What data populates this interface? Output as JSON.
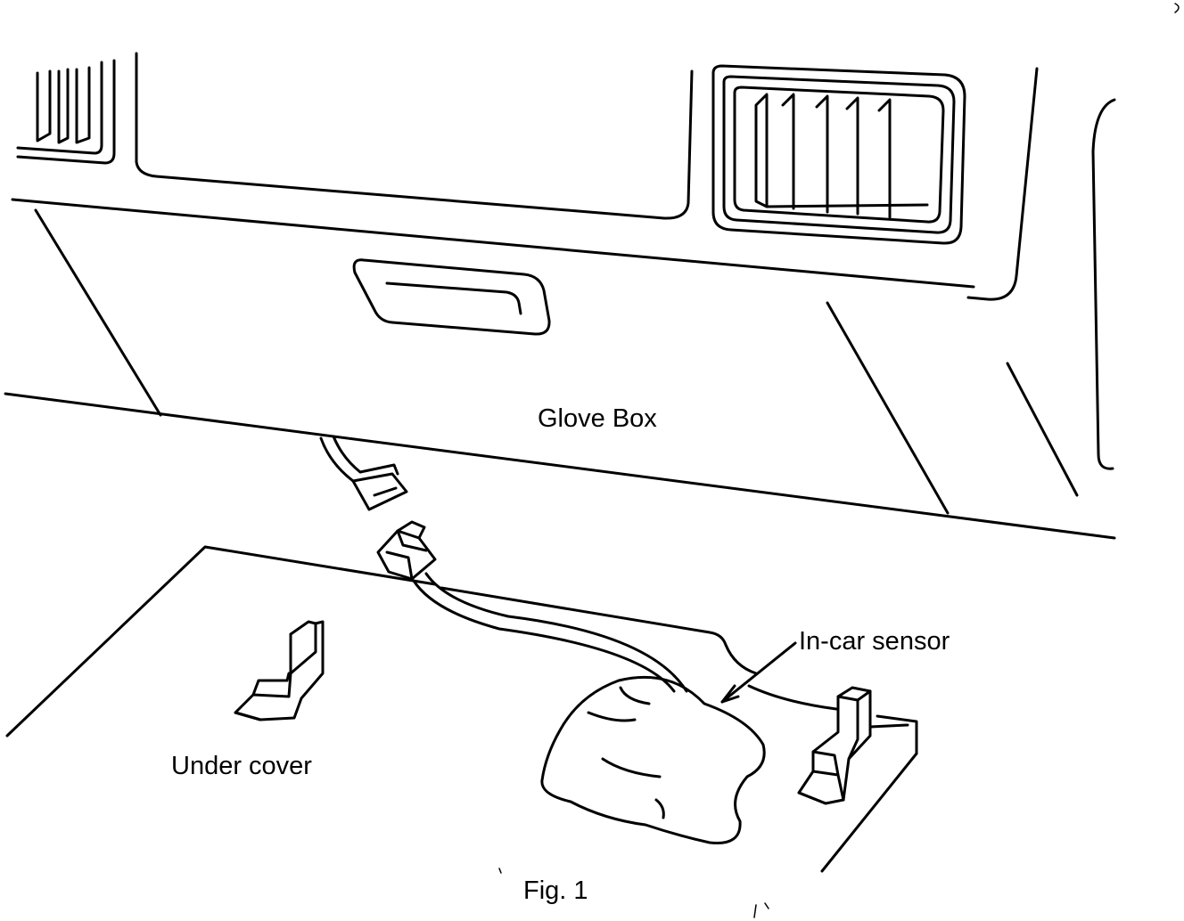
{
  "labels": {
    "glove_box": "Glove Box",
    "in_car_sensor": "In-car sensor",
    "under_cover": "Under cover",
    "figure_caption": "Fig. 1"
  }
}
